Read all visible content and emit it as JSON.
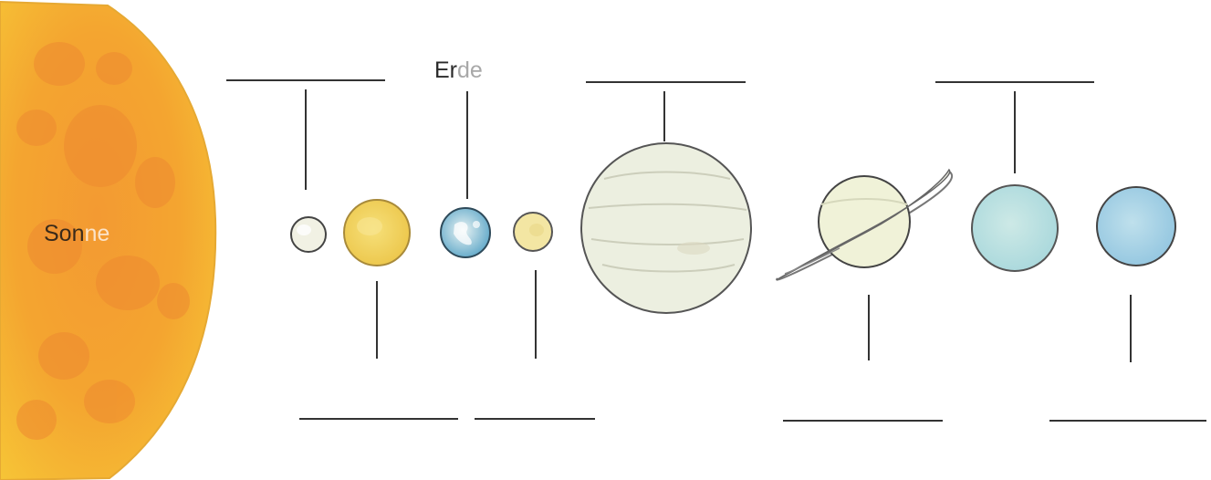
{
  "labels": {
    "sun_part1": "Son",
    "sun_part2": "ne",
    "earth_part1": "Er",
    "earth_part2": "de"
  },
  "colors": {
    "sun_fill": "#f5b027",
    "sun_spots": "#ef8a2d",
    "sun_label_dark": "#3a2a1a",
    "sun_label_light": "#fbe3c8",
    "label_dark": "#2a2a2a",
    "label_light": "#a8a8a8",
    "line": "#333333",
    "mercury": "#f1f1e4",
    "venus": "#f2d55a",
    "earth": "#7cb6cf",
    "mars": "#f3e6a3",
    "jupiter": "#ecefe0",
    "saturn": "#f0f2d8",
    "uranus": "#b9e0e2",
    "neptune": "#a7d4e8"
  }
}
